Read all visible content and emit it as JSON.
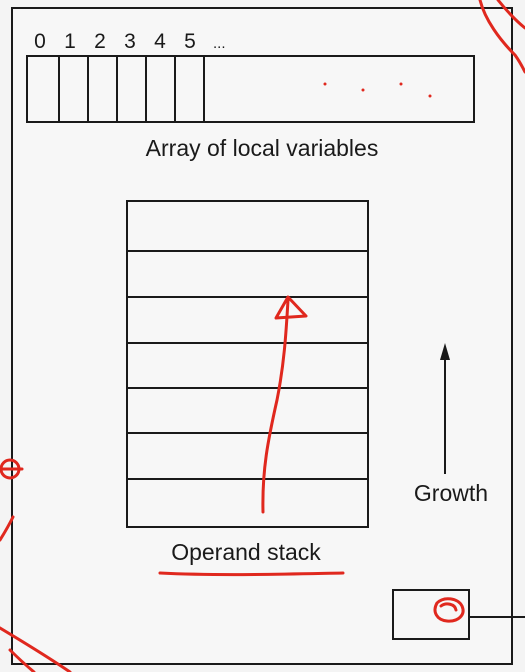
{
  "local_variables": {
    "indices": [
      "0",
      "1",
      "2",
      "3",
      "4",
      "5"
    ],
    "ellipsis": "...",
    "label": "Array of local variables"
  },
  "operand_stack": {
    "label": "Operand stack",
    "row_count": 7
  },
  "growth": {
    "label": "Growth"
  },
  "colors": {
    "line": "#1a1a1a",
    "annotation": "#e0281e",
    "background": "#f4f4f4"
  }
}
